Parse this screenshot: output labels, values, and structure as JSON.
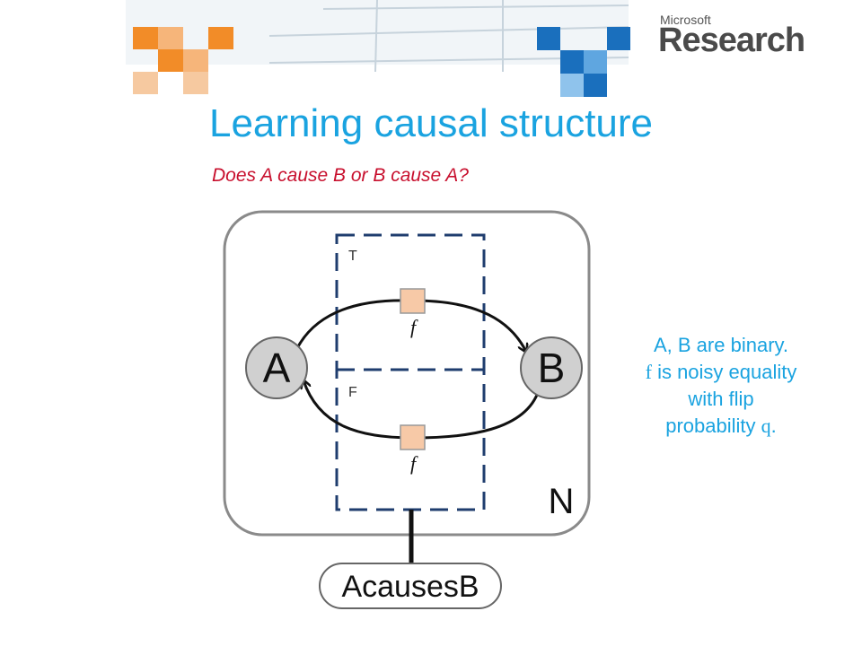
{
  "header": {
    "logo_top": "Microsoft",
    "logo_bottom": "Research"
  },
  "slide": {
    "title": "Learning causal structure",
    "subtitle": "Does A cause B or B cause A?"
  },
  "diagram": {
    "node_a": "A",
    "node_b": "B",
    "gate_true": "T",
    "gate_false": "F",
    "factor_top": "f",
    "factor_bottom": "f",
    "plate_label": "N",
    "switch_node": "AcausesB"
  },
  "note": {
    "line1": "A, B are binary.",
    "line2_f": "f",
    "line2_rest": " is noisy equality",
    "line3": "with flip",
    "line4_pre": "probability ",
    "line4_q": "q",
    "line4_post": "."
  },
  "colors": {
    "title": "#1aa3e0",
    "subtitle": "#c8102e",
    "note": "#1aa3e0",
    "plate_border": "#888888",
    "gate_dash": "#1f3d6e",
    "node_fill": "#d0d0d0",
    "factor_fill": "#f7c9a7"
  }
}
